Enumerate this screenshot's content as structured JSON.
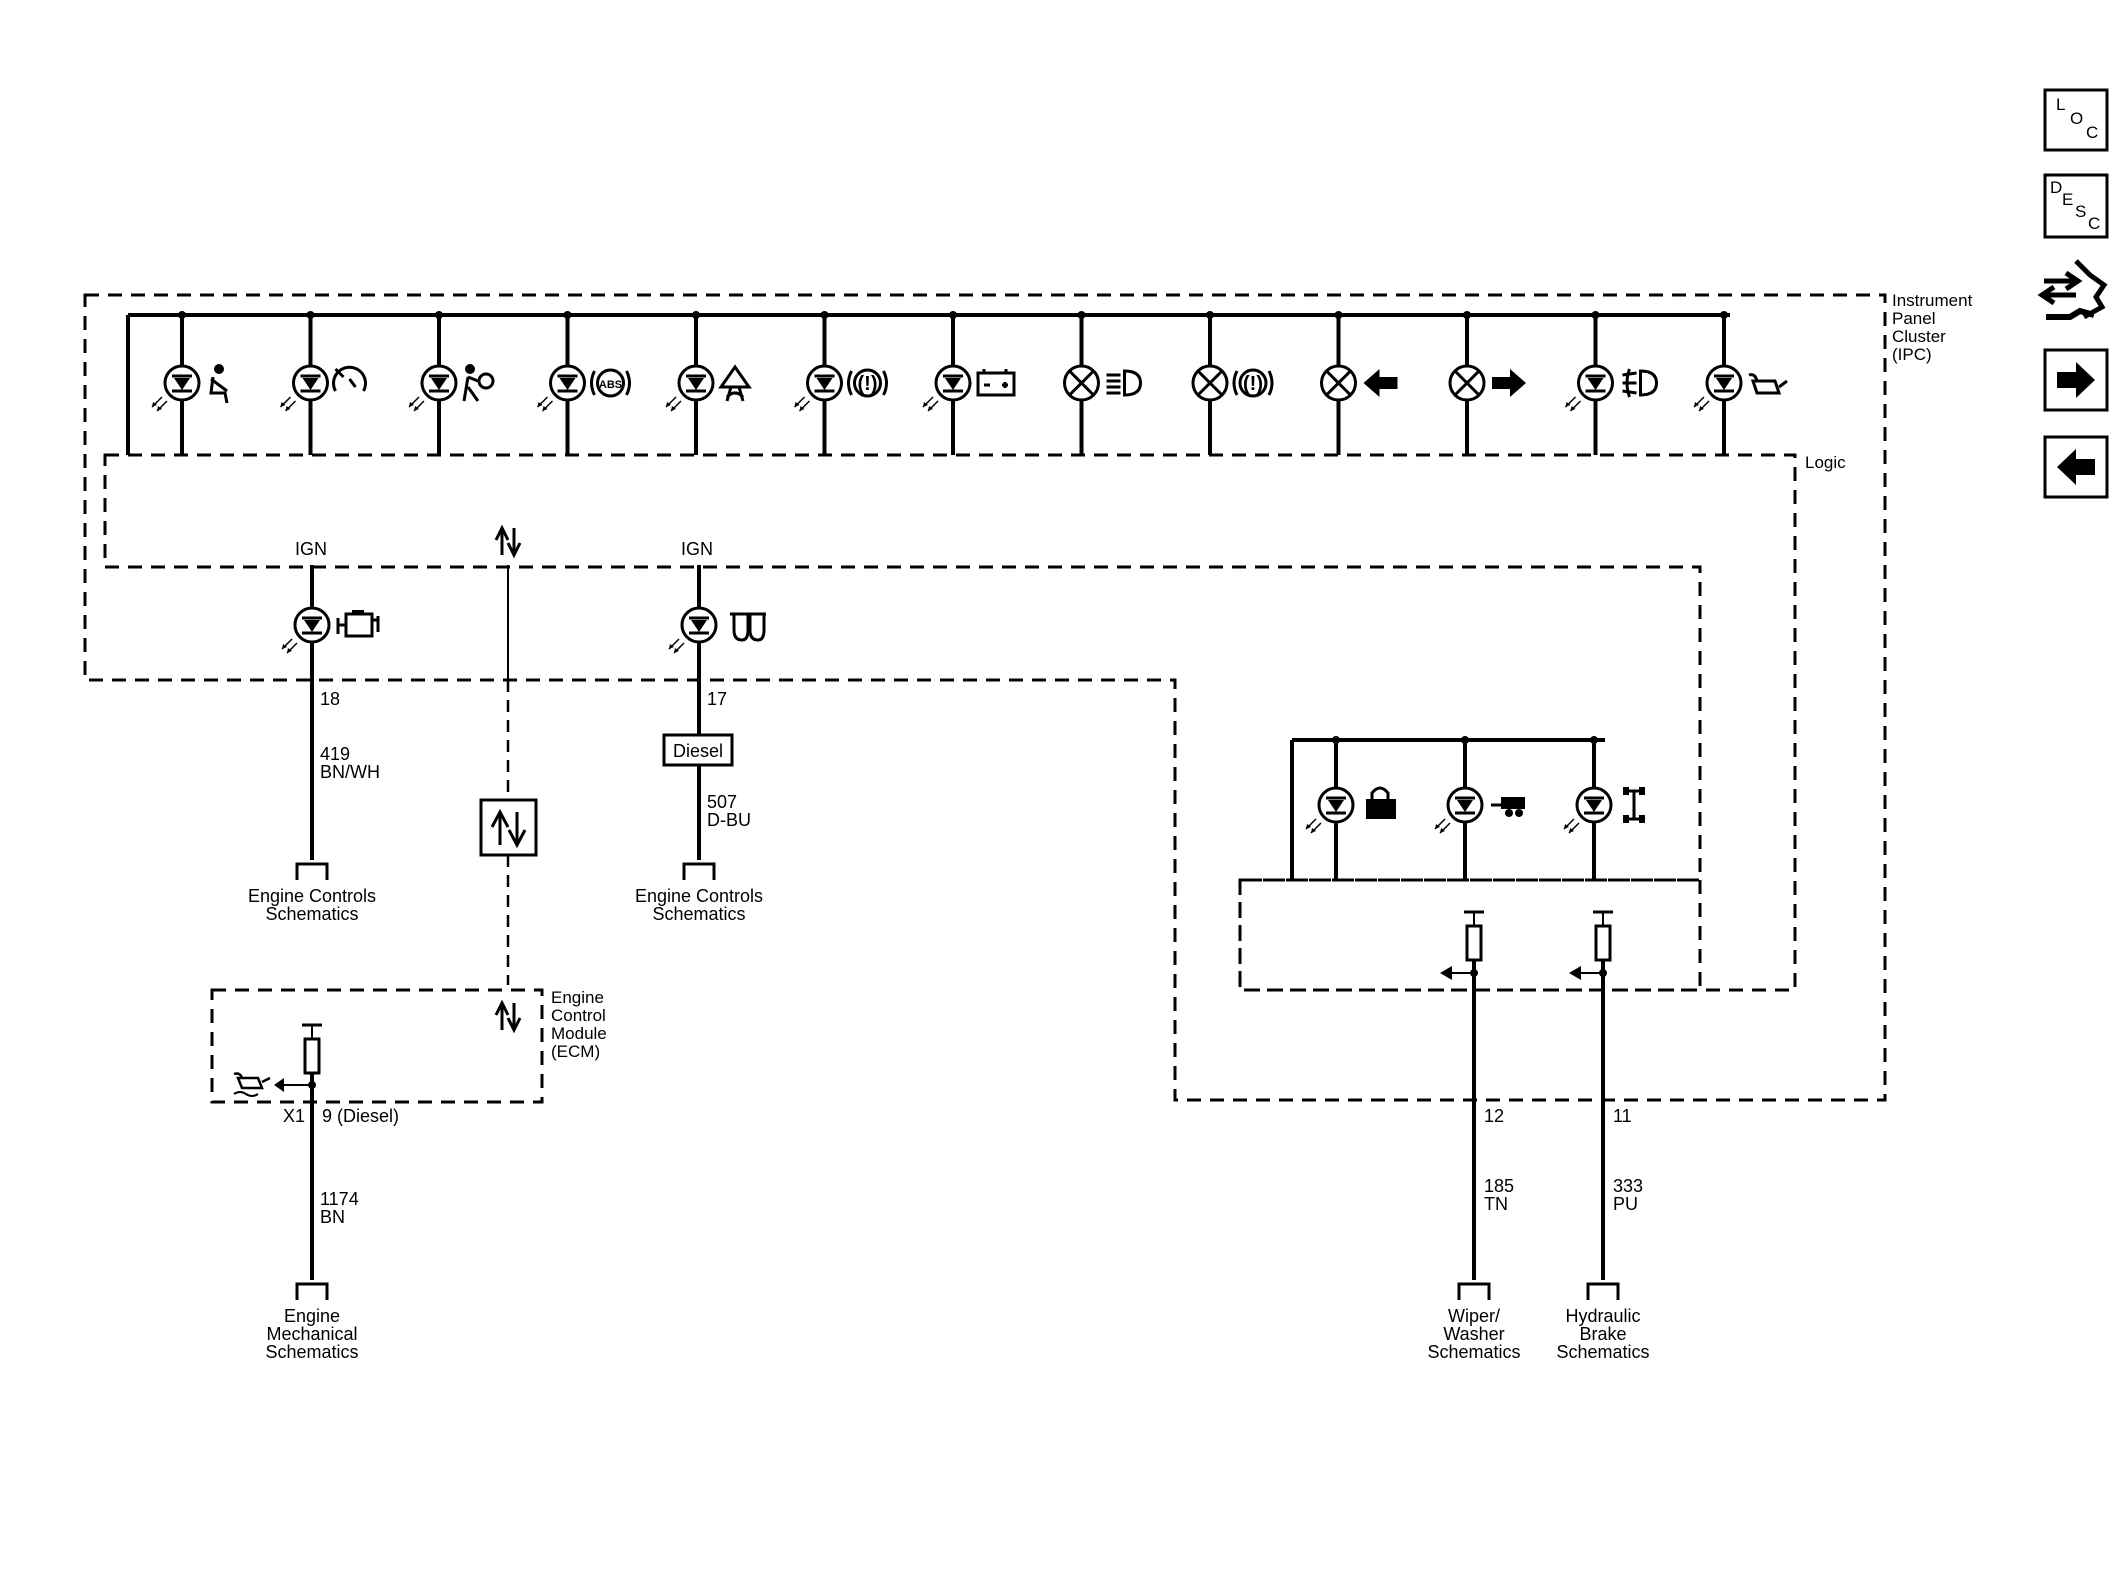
{
  "ipc": {
    "title_lines": [
      "Instrument",
      "Panel",
      "Cluster",
      "(IPC)"
    ],
    "logic_label": "Logic",
    "indicators": [
      {
        "icon": "seat-belt-icon",
        "type": "led"
      },
      {
        "icon": "cruise-control-icon",
        "type": "led"
      },
      {
        "icon": "airbag-icon",
        "type": "led"
      },
      {
        "icon": "abs-icon",
        "type": "led",
        "text": "ABS"
      },
      {
        "icon": "stabilitrak-icon",
        "type": "led"
      },
      {
        "icon": "brake-warning-icon",
        "type": "led",
        "text": "(!)"
      },
      {
        "icon": "battery-icon",
        "type": "led"
      },
      {
        "icon": "high-beam-icon",
        "type": "bulb"
      },
      {
        "icon": "tire-pressure-icon",
        "type": "bulb",
        "text": "(!)"
      },
      {
        "icon": "left-turn-arrow-icon",
        "type": "bulb"
      },
      {
        "icon": "right-turn-arrow-icon",
        "type": "bulb"
      },
      {
        "icon": "fog-lamp-icon",
        "type": "led"
      },
      {
        "icon": "oil-pressure-icon",
        "type": "led"
      }
    ],
    "lower_indicators": [
      {
        "icon": "check-engine-icon",
        "supply": "IGN"
      },
      {
        "icon": "glow-plug-icon",
        "supply": "IGN"
      }
    ],
    "sub_indicators": [
      {
        "icon": "security-lock-icon"
      },
      {
        "icon": "trailer-icon"
      },
      {
        "icon": "4wd-icon"
      }
    ]
  },
  "circuits": {
    "mil": {
      "pin": "18",
      "circuit": "419",
      "color": "BN/WH",
      "destination": [
        "Engine Controls",
        "Schematics"
      ]
    },
    "glow": {
      "pin": "17",
      "option": "Diesel",
      "circuit": "507",
      "color": "D-BU",
      "destination": [
        "Engine Controls",
        "Schematics"
      ]
    },
    "washer": {
      "pin": "12",
      "circuit": "185",
      "color": "TN",
      "destination": [
        "Wiper/",
        "Washer",
        "Schematics"
      ]
    },
    "brake": {
      "pin": "11",
      "circuit": "333",
      "color": "PU",
      "destination": [
        "Hydraulic",
        "Brake",
        "Schematics"
      ]
    },
    "oil": {
      "connector": "X1",
      "pin": "9 (Diesel)",
      "circuit": "1174",
      "color": "BN",
      "destination": [
        "Engine",
        "Mechanical",
        "Schematics"
      ]
    }
  },
  "ecm": {
    "title_lines": [
      "Engine",
      "Control",
      "Module",
      "(ECM)"
    ]
  },
  "nav": {
    "loc": [
      "L",
      "O",
      "C"
    ],
    "desc": [
      "D",
      "E",
      "S",
      "C"
    ],
    "buttons": [
      "loc-button",
      "desc-button",
      "connector-button",
      "next-page-button",
      "previous-page-button"
    ]
  }
}
